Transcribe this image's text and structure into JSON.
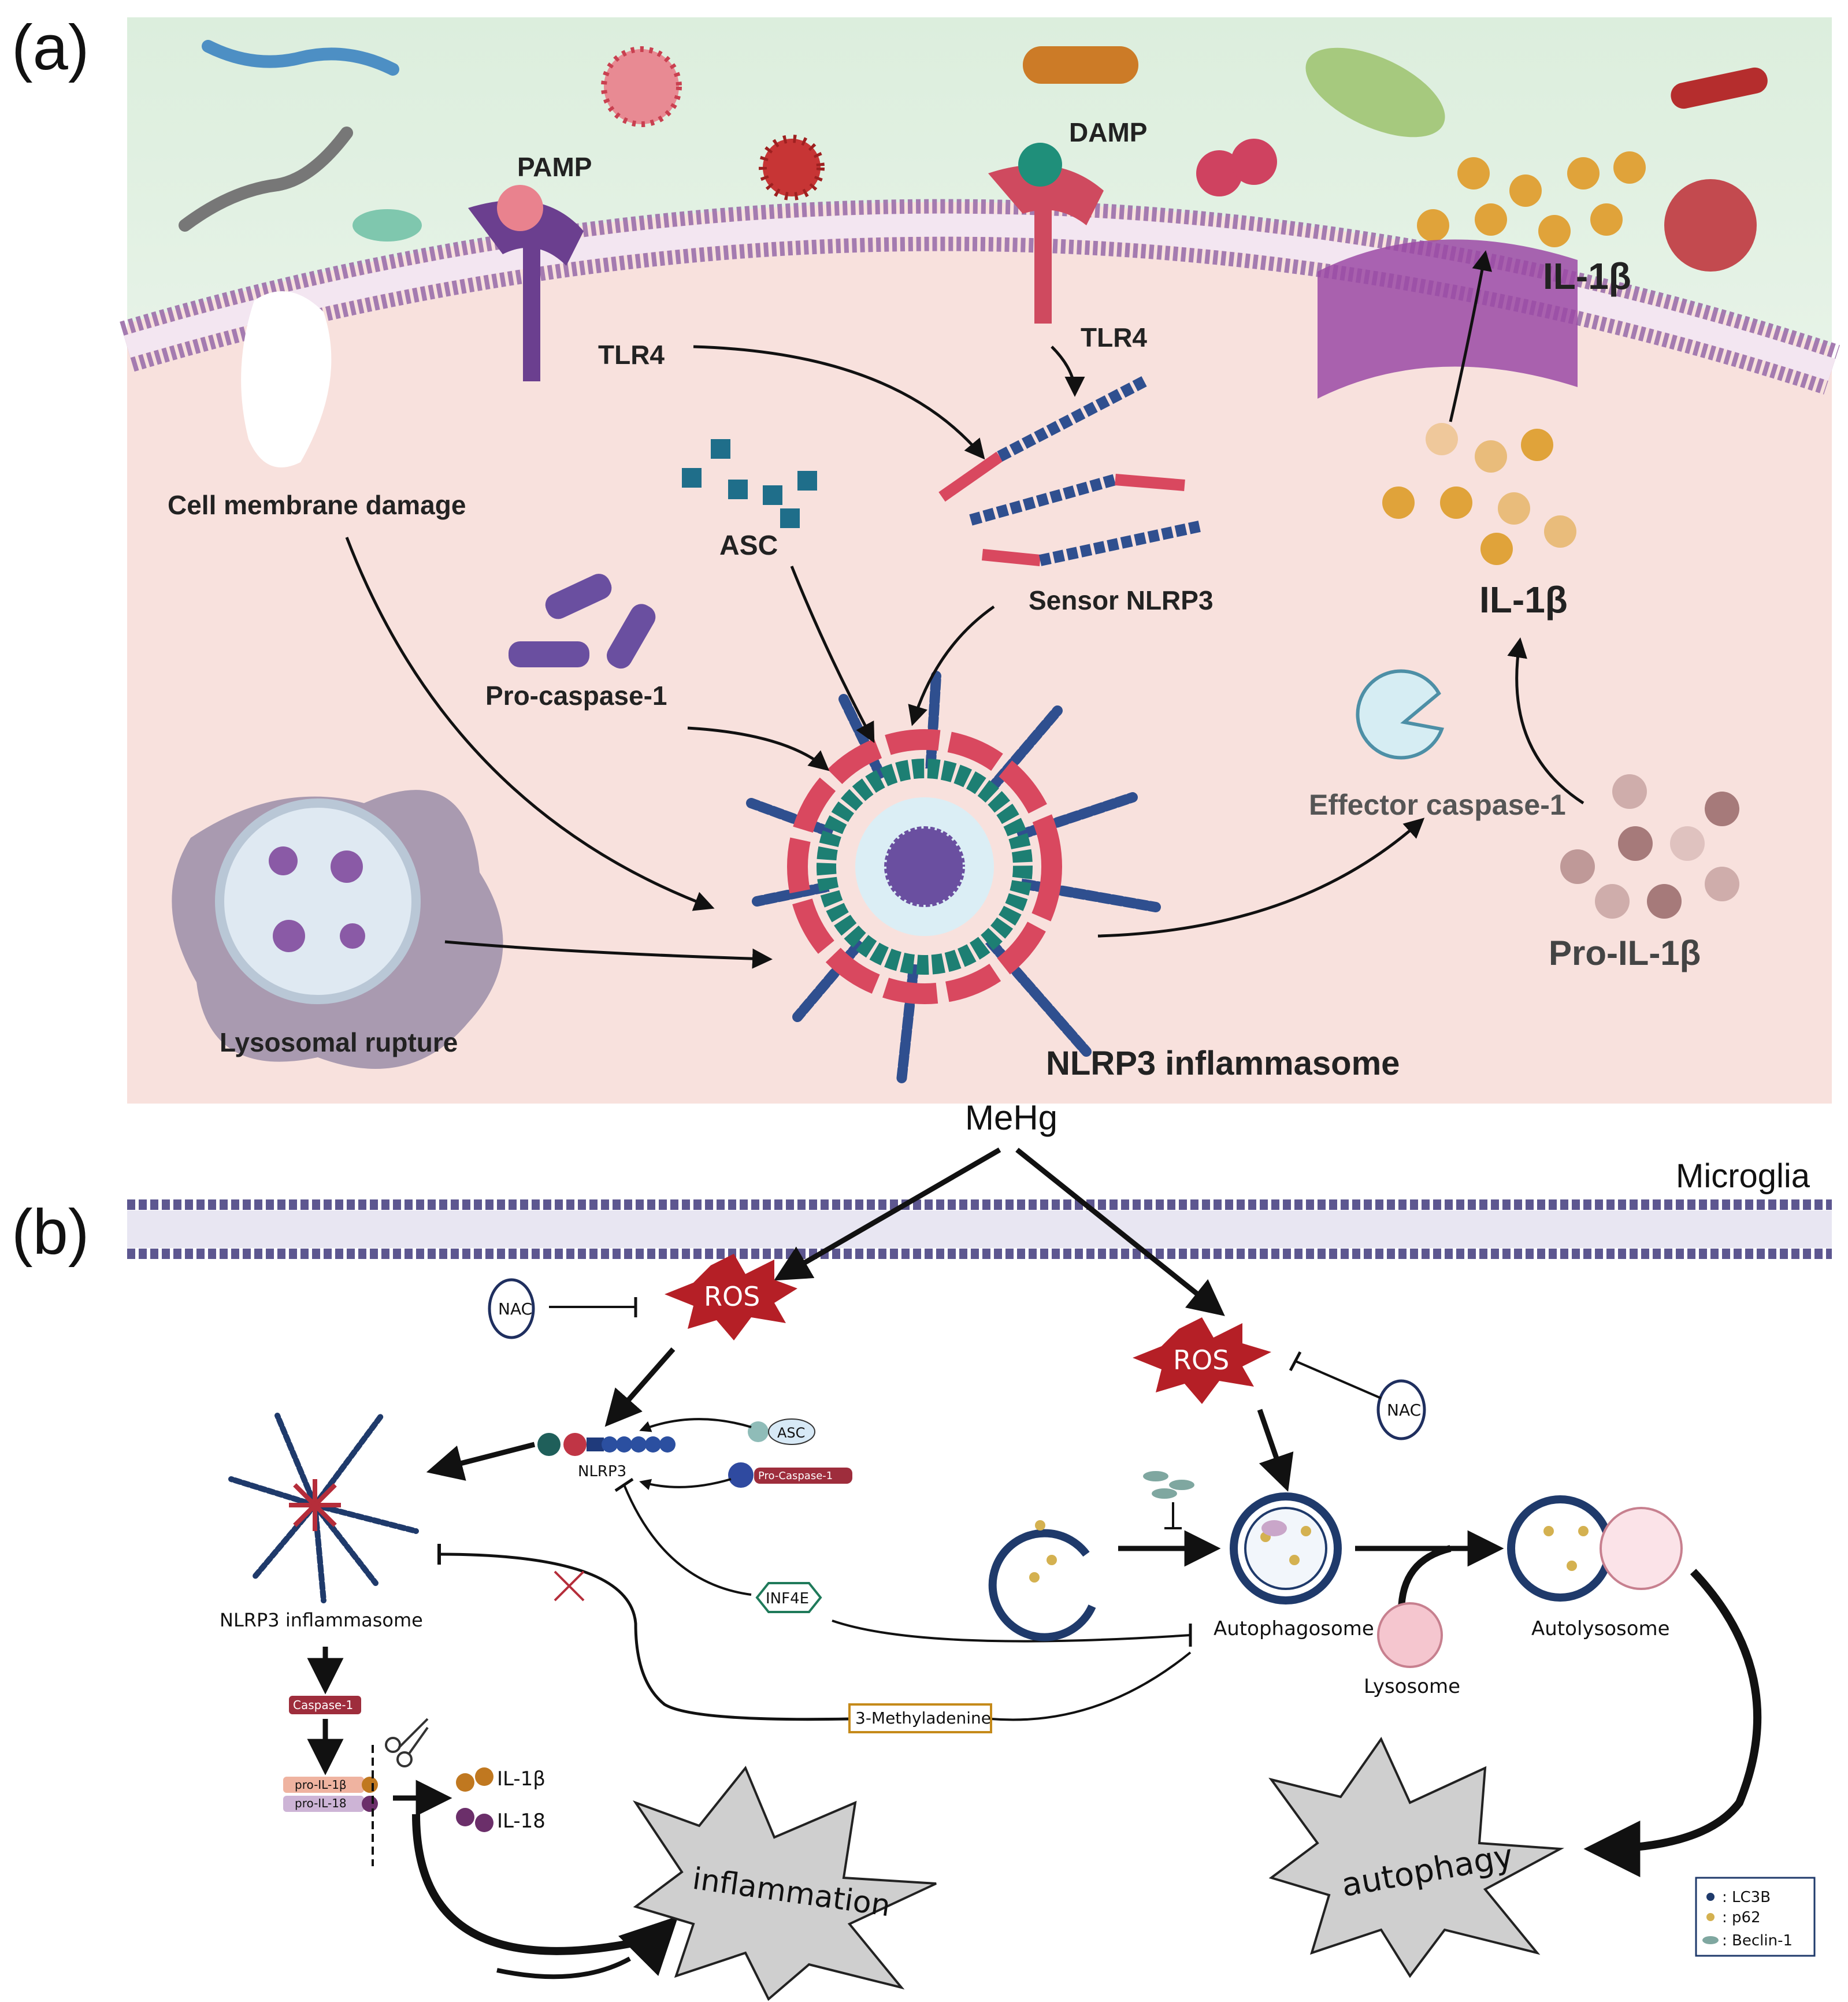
{
  "panel_a": {
    "tag": "(a)",
    "labels": {
      "pamp": "PAMP",
      "damp": "DAMP",
      "tlr4_left": "TLR4",
      "tlr4_right": "TLR4",
      "il1b_out": "IL-1β",
      "il1b_in": "IL-1β",
      "cell_membrane_damage": "Cell membrane damage",
      "asc": "ASC",
      "sensor_nlrp3": "Sensor NLRP3",
      "pro_caspase1": "Pro-caspase-1",
      "effector_caspase1": "Effector caspase-1",
      "pro_il1b": "Pro-IL-1β",
      "lysosomal_rupture": "Lysosomal rupture",
      "nlrp3_inflammasome": "NLRP3 inflammasome"
    },
    "colors": {
      "cytoplasm": "#f8e0dc",
      "membrane": "#9b6aa6",
      "nlrp3_chain": "#2f4f8f",
      "nlrp3_bar": "#d9485f"
    }
  },
  "panel_b": {
    "tag": "(b)",
    "labels": {
      "mehg": "MeHg",
      "microglia": "Microglia",
      "ros_left": "ROS",
      "ros_right": "ROS",
      "nac_left": "NAC",
      "nac_right": "NAC",
      "asc": "ASC",
      "pro_caspase1": "Pro-Caspase-1",
      "nlrp3": "NLRP3",
      "nlrp3_inflammasome": "NLRP3 inflammasome",
      "caspase1": "Caspase-1",
      "pro_il1b": "pro-IL-1β",
      "pro_il18": "pro-IL-18",
      "il1b": "IL-1β",
      "il18": "IL-18",
      "inf4e": "INF4E",
      "methyladenine": "3-Methyladenine",
      "autophagosome": "Autophagosome",
      "lysosome": "Lysosome",
      "autolysosome": "Autolysosome",
      "inflammation": "inflammation",
      "autophagy": "autophagy"
    },
    "legend": [
      {
        "label": ": LC3B",
        "color": "#1f3a6b"
      },
      {
        "label": ": p62",
        "color": "#d4b150"
      },
      {
        "label": ": Beclin-1",
        "color": "#7fa7a0"
      }
    ]
  }
}
